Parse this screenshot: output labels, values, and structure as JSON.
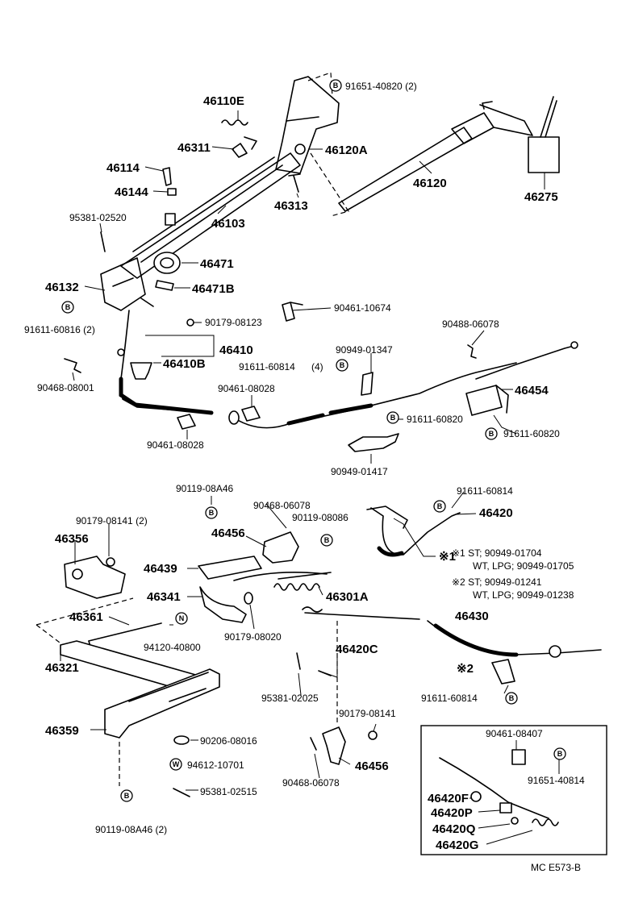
{
  "labels": {
    "p46110E": "46110E",
    "p91651_40820": "91651-40820 (2)",
    "p46311": "46311",
    "p46120A": "46120A",
    "p46114": "46114",
    "p46144": "46144",
    "p46313": "46313",
    "p46120": "46120",
    "p46275": "46275",
    "p95381_02520": "95381-02520",
    "p46103": "46103",
    "p46471": "46471",
    "p46132": "46132",
    "p46471B": "46471B",
    "p90461_10674": "90461-10674",
    "p91611_60816": "91611-60816 (2)",
    "p90179_08123": "90179-08123",
    "p90488_06078": "90488-06078",
    "p46410": "46410",
    "p90949_01347": "90949-01347",
    "p46410B": "46410B",
    "p91611_60814_4": "91611-60814",
    "p_count4": "(4)",
    "p90468_08001": "90468-08001",
    "p90461_08028a": "90461-08028",
    "p46454": "46454",
    "p91611_60820a": "91611-60820",
    "p91611_60820b": "91611-60820",
    "p90461_08028b": "90461-08028",
    "p90949_01417": "90949-01417",
    "p90119_08A46": "90119-08A46",
    "p91611_60814b": "91611-60814",
    "p90468_06078a": "90468-06078",
    "p90179_08141_2": "90179-08141 (2)",
    "p90119_08086": "90119-08086",
    "p46420": "46420",
    "p46356": "46356",
    "p46456a": "46456",
    "pmark1": "※1",
    "p46439": "46439",
    "note1a": "※1 ST; 90949-01704",
    "note1b": "WT, LPG; 90949-01705",
    "p46341": "46341",
    "p46301A": "46301A",
    "note2a": "※2 ST; 90949-01241",
    "note2b": "WT, LPG; 90949-01238",
    "p46361": "46361",
    "p46430": "46430",
    "p90179_08020": "90179-08020",
    "p94120_40800": "94120-40800",
    "p46321": "46321",
    "p46420C": "46420C",
    "pmark2": "※2",
    "p95381_02025": "95381-02025",
    "p91611_60814c": "91611-60814",
    "p90179_08141": "90179-08141",
    "p46359": "46359",
    "p90206_08016": "90206-08016",
    "p90461_08407": "90461-08407",
    "p46456b": "46456",
    "p90468_06078b": "90468-06078",
    "p94612_10701": "94612-10701",
    "p91651_40814": "91651-40814",
    "p95381_02515": "95381-02515",
    "p46420F": "46420F",
    "p46420P": "46420P",
    "p90119_08A46_2": "90119-08A46 (2)",
    "p46420Q": "46420Q",
    "p46420G": "46420G",
    "code": "MC  E573-B"
  },
  "symbols": {
    "bolt": "B",
    "nut": "N",
    "washer": "W"
  }
}
